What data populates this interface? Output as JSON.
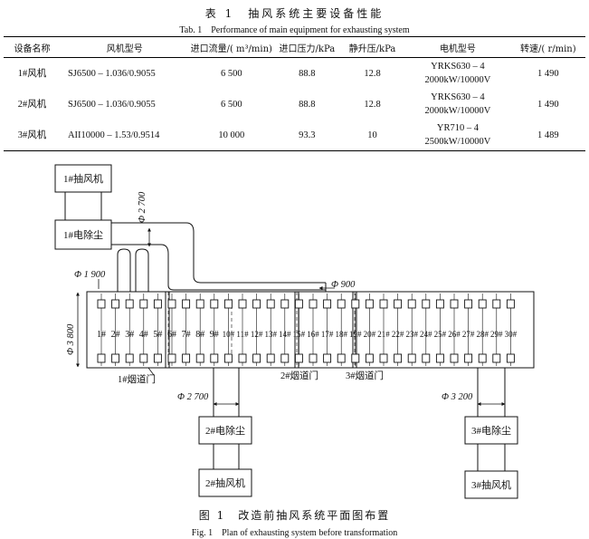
{
  "table": {
    "caption_zh": "表 1　抽风系统主要设备性能",
    "caption_en": "Tab. 1　Performance of main equipment for exhausting system",
    "headers": [
      "设备名称",
      "风机型号",
      "进口流量/( m³/min)",
      "进口压力/kPa",
      "静升压/kPa",
      "电机型号",
      "转速/( r/min)"
    ],
    "rows": [
      {
        "name": "1#风机",
        "fan": "SJ6500 – 1.036/0.9055",
        "flow": "6 500",
        "pressure": "88.8",
        "rise": "12.8",
        "motor1": "YRKS630 – 4",
        "motor2": "2000kW/10000V",
        "speed": "1 490"
      },
      {
        "name": "2#风机",
        "fan": "SJ6500 – 1.036/0.9055",
        "flow": "6 500",
        "pressure": "88.8",
        "rise": "12.8",
        "motor1": "YRKS630 – 4",
        "motor2": "2000kW/10000V",
        "speed": "1 490"
      },
      {
        "name": "3#风机",
        "fan": "AII10000 – 1.53/0.9514",
        "flow": "10 000",
        "pressure": "93.3",
        "rise": "10",
        "motor1": "YR710 – 4",
        "motor2": "2500kW/10000V",
        "speed": "1 489"
      }
    ]
  },
  "figure": {
    "caption_zh": "图 1　改造前抽风系统平面图布置",
    "caption_en": "Fig. 1　Plan of exhausting system before transformation",
    "labels": {
      "fan1": "1#抽风机",
      "esp1": "1#电除尘",
      "esp2": "2#电除尘",
      "fan2": "2#抽风机",
      "esp3": "3#电除尘",
      "fan3": "3#抽风机",
      "dim_2700_top": "Φ 2 700",
      "dim_1900": "Φ 1 900",
      "dim_900": "Φ 900",
      "dim_3800": "Φ 3 800",
      "dim_2700_bot": "Φ 2 700",
      "dim_3200": "Φ 3 200",
      "door1": "1#烟道门",
      "door2": "2#烟道门",
      "door3": "3#烟道门"
    },
    "bellows": [
      "1#",
      "2#",
      "3#",
      "4#",
      "5#",
      "6#",
      "7#",
      "8#",
      "9#",
      "10#",
      "11#",
      "12#",
      "13#",
      "14#",
      "15#",
      "16#",
      "17#",
      "18#",
      "19#",
      "20#",
      "21#",
      "22#",
      "23#",
      "24#",
      "25#",
      "26#",
      "27#",
      "28#",
      "29#",
      "30#"
    ]
  }
}
